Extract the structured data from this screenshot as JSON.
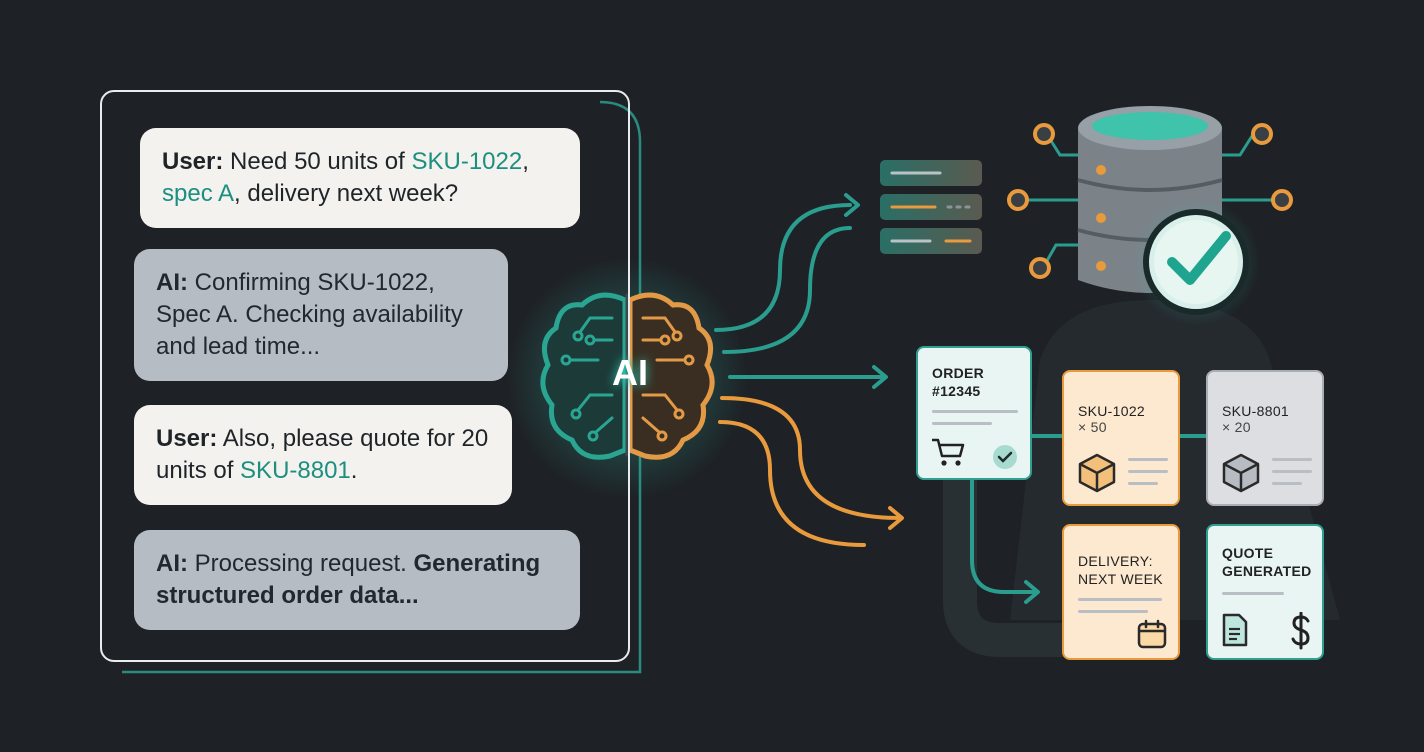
{
  "chat": {
    "messages": [
      {
        "speaker": "User:",
        "parts": [
          {
            "t": " Need 50 units of "
          },
          {
            "t": "SKU-1022",
            "hl": "teal"
          },
          {
            "t": ", "
          },
          {
            "t": "spec A",
            "hl": "teal"
          },
          {
            "t": ", delivery next week?"
          }
        ]
      },
      {
        "speaker": "AI:",
        "parts": [
          {
            "t": " Confirming SKU-1022, Spec A. Checking availability and lead time..."
          }
        ]
      },
      {
        "speaker": "User:",
        "parts": [
          {
            "t": " Also, please quote for 20 units of "
          },
          {
            "t": "SKU-8801",
            "hl": "teal"
          },
          {
            "t": "."
          }
        ]
      },
      {
        "speaker": "AI:",
        "parts": [
          {
            "t": " Processing request. "
          },
          {
            "t": "Generating structured order data...",
            "hl": "bold"
          }
        ]
      }
    ]
  },
  "brain": {
    "label": "AI"
  },
  "documents": {
    "order": {
      "title_1": "ORDER",
      "title_2": "#12345"
    },
    "sku1": {
      "title": "SKU-1022",
      "qty": "× 50"
    },
    "sku2": {
      "title": "SKU-8801",
      "qty": "× 20"
    },
    "delivery": {
      "title_1": "DELIVERY:",
      "title_2": "NEXT WEEK"
    },
    "quote": {
      "title_1": "QUOTE",
      "title_2": "GENERATED"
    }
  },
  "colors": {
    "background": "#1e2226",
    "teal": "#2a9d8f",
    "orange": "#e89a3c",
    "check": "#1fa58f"
  },
  "icons": [
    "database-icon",
    "checkmark-badge-icon",
    "records-icon",
    "cart-icon",
    "box-icon",
    "calendar-icon",
    "document-icon",
    "dollar-icon",
    "brain-icon"
  ]
}
